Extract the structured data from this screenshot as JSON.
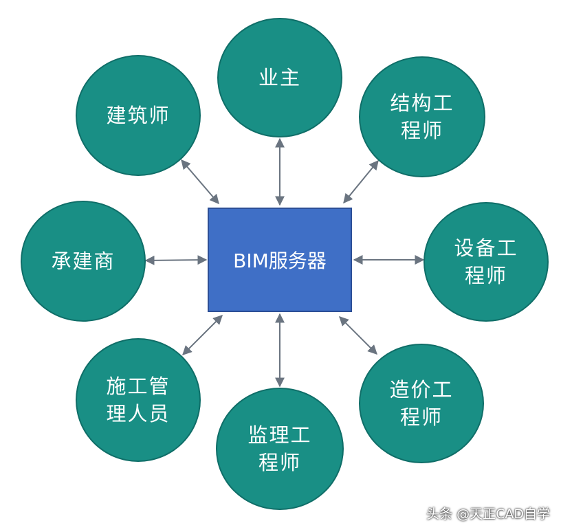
{
  "center": {
    "label": "BIM服务器"
  },
  "nodes": [
    {
      "id": "owner",
      "label": "业主"
    },
    {
      "id": "structural",
      "label": "结构工程师"
    },
    {
      "id": "equipment",
      "label": "设备工程师"
    },
    {
      "id": "cost",
      "label": "造价工程师"
    },
    {
      "id": "supervision",
      "label": "监理工程师"
    },
    {
      "id": "construction-mgmt",
      "label": "施工管理人员"
    },
    {
      "id": "contractor",
      "label": "承建商"
    },
    {
      "id": "architect",
      "label": "建筑师"
    }
  ],
  "watermark": "头条 @天正CAD自学",
  "colors": {
    "node_fill": "#198f85",
    "center_fill": "#3f6fc6",
    "arrow": "#6a7480"
  }
}
